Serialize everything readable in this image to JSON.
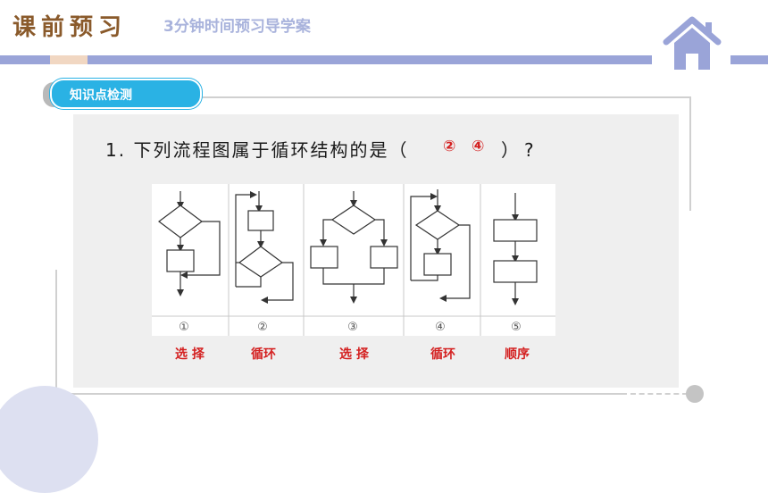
{
  "header": {
    "title": "课前预习",
    "subtitle": "3分钟时间预习导学案"
  },
  "section_pill": "知识点检测",
  "question": {
    "text": "1. 下列流程图属于循环结构的是（",
    "answer_1": "②",
    "answer_2": "④",
    "closing": "）?"
  },
  "diagram": {
    "labels": [
      "①",
      "②",
      "③",
      "④",
      "⑤"
    ]
  },
  "captions": [
    "选 择",
    "循环",
    "选 择",
    "循环",
    "顺序"
  ],
  "colors": {
    "header_title": "#8a5a2b",
    "header_subtitle": "#a9b3dc",
    "bar": "#9aa4d8",
    "pill": "#2ab2e4",
    "answer": "#d42020"
  },
  "icons": {
    "home": "home-icon"
  }
}
